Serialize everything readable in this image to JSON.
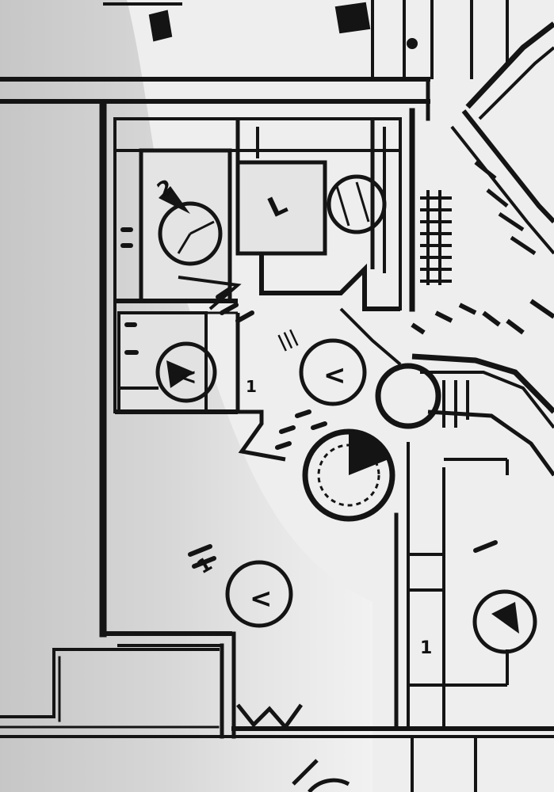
{
  "drawing": {
    "paper_color": "#efefef",
    "ink_color": "#141414",
    "shadow_color": "#c9c9c9",
    "wall_fill": "#dcdcdc",
    "room_labels": [
      {
        "id": "label-upper-left",
        "text": "2"
      },
      {
        "id": "label-upper-mid",
        "text": "L"
      },
      {
        "id": "label-small-hall",
        "text": "|||"
      },
      {
        "id": "label-corridor",
        "text": "1"
      },
      {
        "id": "label-large-room",
        "text": "1"
      },
      {
        "id": "label-right-room",
        "text": "1"
      }
    ],
    "clock_marks": [
      {
        "id": "clock-upper-mid",
        "glyph": "<"
      },
      {
        "id": "clock-corridor",
        "glyph": "<"
      },
      {
        "id": "clock-large-room",
        "glyph": "<"
      }
    ]
  }
}
